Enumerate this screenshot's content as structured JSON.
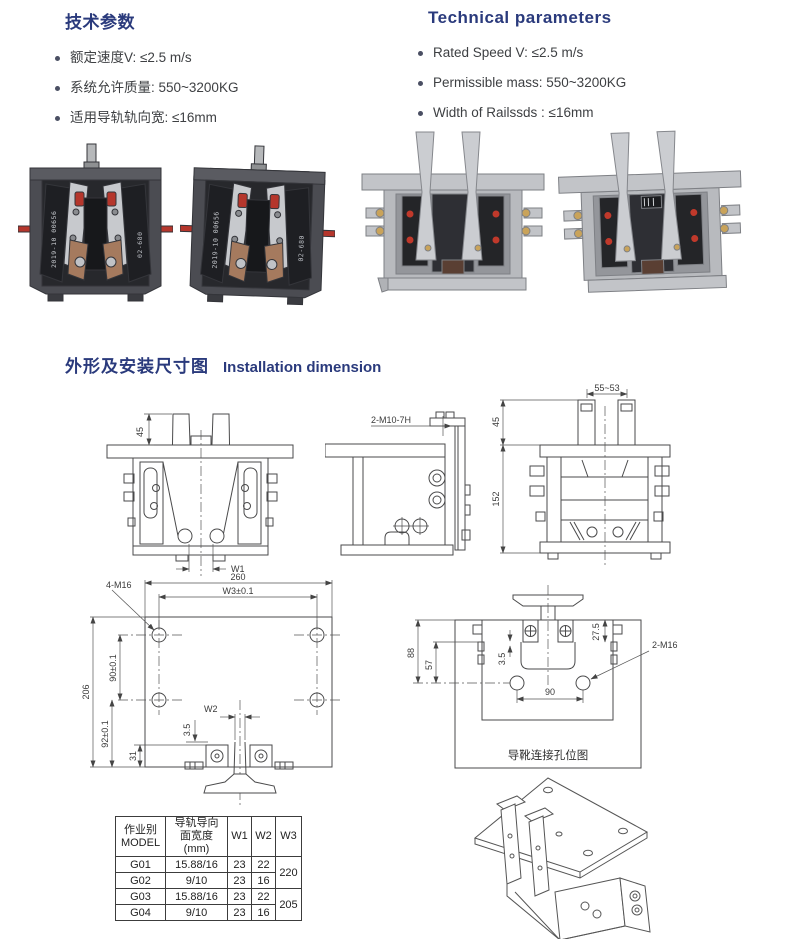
{
  "colors": {
    "accent": "#2A3A7C",
    "text": "#3E4043",
    "line": "#4A4A4B",
    "photo_red": "#B5362C"
  },
  "tech_params_zh": {
    "title": "技术参数",
    "items": [
      "额定速度V: ≤2.5 m/s",
      "系统允许质量: 550~3200KG",
      "适用导轨轨向宽: ≤16mm"
    ]
  },
  "tech_params_en": {
    "title": "Technical parameters",
    "items": [
      "Rated Speed V: ≤2.5 m/s",
      "Permissible mass: 550~3200KG",
      "Width of Railssds : ≤16mm"
    ]
  },
  "photos": {
    "marking_line1": "2019-10 00656",
    "marking_line2": "02-680"
  },
  "installation": {
    "title_zh": "外形及安装尺寸图",
    "title_en": "Installation dimension"
  },
  "drawings": {
    "front_view": {
      "dim_top": "45",
      "dim_w1": "W1"
    },
    "side_view": {
      "dim_thread": "2-M10-7H"
    },
    "rear_view": {
      "dim_span": "55~53",
      "dim_top": "45",
      "dim_height": "152"
    },
    "plan_view": {
      "dim_bolts": "4-M16",
      "dim_width": "260",
      "dim_w3": "W3±0.1",
      "dim_height": "206",
      "dim_holes_v": "90±0.1",
      "dim_w2": "W2",
      "dim_gap": "3.5",
      "dim_base": "92±0.1",
      "dim_edge": "31"
    },
    "hole_view": {
      "dim_offset": "27.5",
      "dim_outer": "88",
      "dim_inner": "57",
      "dim_gap": "3.5",
      "dim_span": "90",
      "dim_bolts": "2-M16",
      "caption": "导靴连接孔位图"
    }
  },
  "table": {
    "header": {
      "model_line1": "作业别",
      "model_line2": "MODEL",
      "rail_line1": "导轨导向",
      "rail_line2": "面宽度(mm)",
      "w1": "W1",
      "w2": "W2",
      "w3": "W3"
    },
    "rows": [
      {
        "model": "G01",
        "rail": "15.88/16",
        "w1": "23",
        "w2": "22"
      },
      {
        "model": "G02",
        "rail": "9/10",
        "w1": "23",
        "w2": "16"
      },
      {
        "model": "G03",
        "rail": "15.88/16",
        "w1": "23",
        "w2": "22"
      },
      {
        "model": "G04",
        "rail": "9/10",
        "w1": "23",
        "w2": "16"
      }
    ],
    "w3_top": "220",
    "w3_bottom": "205"
  }
}
